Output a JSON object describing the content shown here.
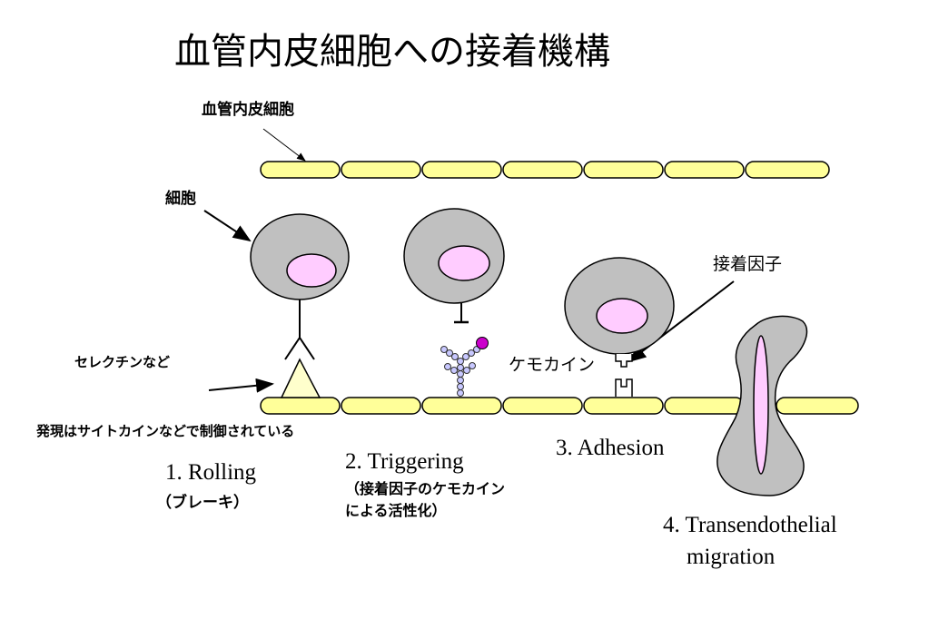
{
  "title": "血管内皮細胞への接着機構",
  "labels": {
    "endothelial": "血管内皮細胞",
    "cell": "細胞",
    "selectin": "セレクチンなど",
    "expression_note": "発現はサイトカインなどで制御されている",
    "chemokine": "ケモカイン",
    "adhesion_factor": "接着因子"
  },
  "steps": {
    "rolling": {
      "label": "1. Rolling",
      "sub": "（ブレーキ）"
    },
    "triggering": {
      "label": "2. Triggering",
      "sub1": "（接着因子のケモカイン",
      "sub2": "による活性化）"
    },
    "adhesion": {
      "label": "3. Adhesion"
    },
    "migration": {
      "line1": "4. Transendothelial",
      "line2": "migration"
    }
  },
  "colors": {
    "endothelial_fill": "#ffff99",
    "cell_fill": "#c0c0c0",
    "nucleus_fill": "#ffccff",
    "selectin_fill": "#ffffcc",
    "chemokine_dot": "#cc00cc",
    "chemokine_bead": "#c8c8ff"
  }
}
